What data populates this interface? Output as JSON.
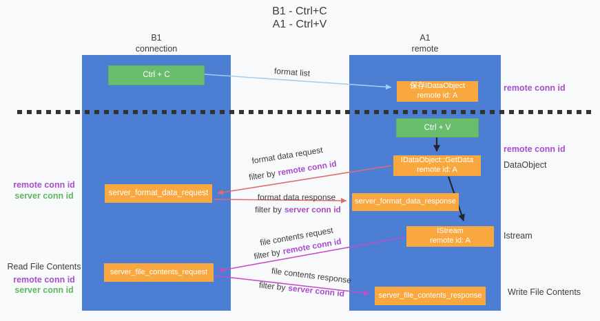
{
  "title": {
    "line1": "B1 - Ctrl+C",
    "line2": "A1 - Ctrl+V"
  },
  "columns": {
    "left": {
      "name": "B1",
      "role": "connection"
    },
    "right": {
      "name": "A1",
      "role": "remote"
    }
  },
  "nodes": {
    "ctrl_c": {
      "label": "Ctrl + C"
    },
    "ctrl_v": {
      "label": "Ctrl + V"
    },
    "save_idataobject": {
      "line1": "保存IDataObject",
      "line2": "remote id: A"
    },
    "getdata": {
      "line1": "IDataObject::GetData",
      "line2": "remote id: A"
    },
    "istream": {
      "line1": "IStream",
      "line2": "remote id: A"
    },
    "format_request": {
      "label": "server_format_data_request"
    },
    "format_response": {
      "label": "server_format_data_response"
    },
    "file_request": {
      "label": "server_file_contents_request"
    },
    "file_response": {
      "label": "server_file_contents_response"
    }
  },
  "annotations": {
    "format_list": "format list",
    "format_data_request": "format data request",
    "format_data_response": "format data response",
    "file_contents_request": "file contents request",
    "file_contents_response": "file contents response",
    "filter_by": "filter by",
    "remote_conn_id": "remote conn id",
    "server_conn_id": "server conn id"
  },
  "side_labels": {
    "read_file_contents": "Read File Contents",
    "write_file_contents": "Write File Contents",
    "dataobject": "DataObject",
    "istream": "Istream"
  },
  "colors": {
    "lane_blue": "#4c7ed4",
    "node_green": "#6abd6e",
    "node_orange": "#f8a83e",
    "arrow_light_blue": "#a5cdef",
    "arrow_red": "#e06a6a",
    "arrow_magenta": "#c44ec4",
    "arrow_black": "#262626",
    "text_purple": "#a64fc8",
    "text_green": "#5cb85c",
    "background": "#f8f9fa"
  }
}
